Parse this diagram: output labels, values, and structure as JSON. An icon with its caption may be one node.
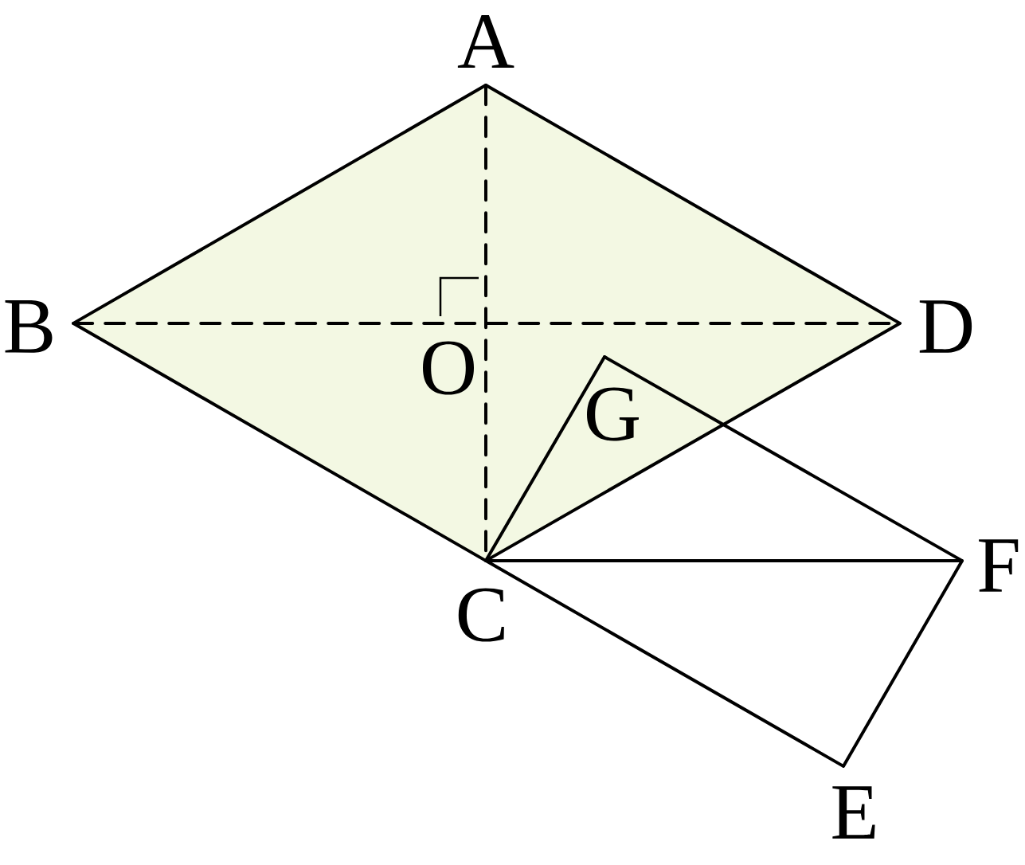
{
  "diagram": {
    "nodes": [
      {
        "text": [
          "A"
        ]
      },
      {
        "text": [
          "B"
        ]
      },
      {
        "text": [
          "C"
        ]
      },
      {
        "text": [
          "D"
        ]
      },
      {
        "text": [
          "O"
        ]
      },
      {
        "text": [
          "G"
        ]
      },
      {
        "text": [
          "F"
        ]
      },
      {
        "text": [
          "E"
        ]
      }
    ],
    "edges": [
      {
        "from": 0,
        "to": 1,
        "arrow": "none"
      },
      {
        "from": 0,
        "to": 3,
        "arrow": "none"
      },
      {
        "from": 1,
        "to": 2,
        "arrow": "none"
      },
      {
        "from": 2,
        "to": 3,
        "arrow": "none"
      },
      {
        "from": 0,
        "to": 2,
        "arrow": "none",
        "style": "dashed"
      },
      {
        "from": 1,
        "to": 3,
        "arrow": "none",
        "style": "dashed"
      },
      {
        "from": 2,
        "to": 5,
        "arrow": "none"
      },
      {
        "from": 5,
        "to": 6,
        "arrow": "none"
      },
      {
        "from": 6,
        "to": 7,
        "arrow": "none"
      },
      {
        "from": 7,
        "to": 2,
        "arrow": "none"
      },
      {
        "from": 2,
        "to": 6,
        "arrow": "none"
      }
    ]
  }
}
